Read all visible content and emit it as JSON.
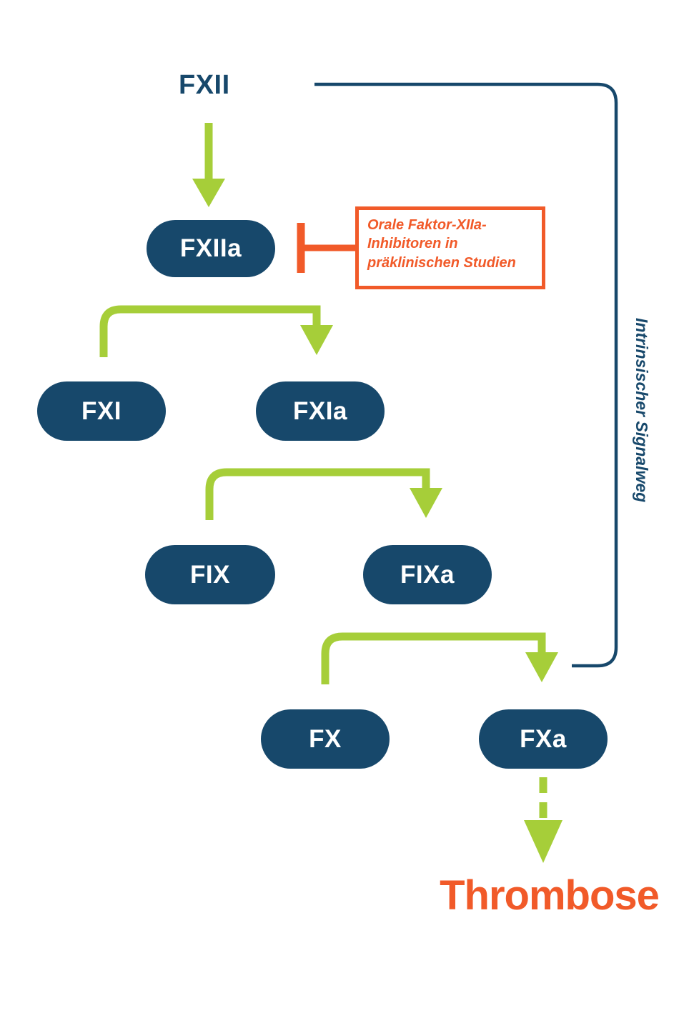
{
  "diagram": {
    "pathway_label": "Intrinsischer Signalweg",
    "nodes": {
      "fxii": "FXII",
      "fxiia": "FXIIa",
      "fxi": "FXI",
      "fxia": "FXIa",
      "fix": "FIX",
      "fixa": "FIXa",
      "fx": "FX",
      "fxa": "FXa"
    },
    "inhibitor_note": {
      "lines": [
        "Orale Faktor-XIIa-",
        "Inhibitoren in",
        "präklinischen Studien"
      ]
    },
    "outcome": "Thrombose",
    "colors": {
      "navy": "#17486b",
      "green": "#a6ce39",
      "orange": "#f15a29"
    }
  }
}
